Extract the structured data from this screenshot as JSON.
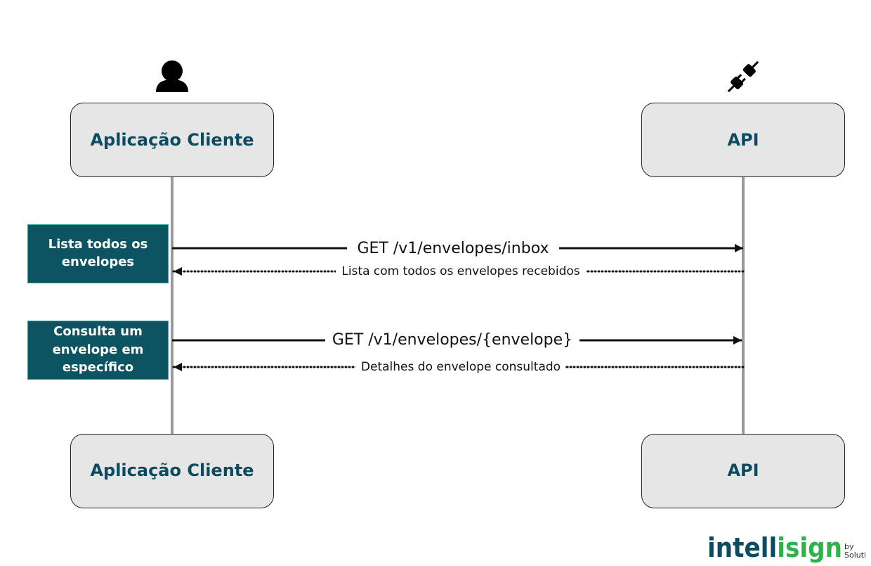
{
  "participants": {
    "client": {
      "label": "Aplicação Cliente",
      "icon": "user-icon"
    },
    "api": {
      "label": "API",
      "icon": "plug-icon"
    }
  },
  "notes": [
    {
      "lines": [
        "Lista todos os",
        "envelopes"
      ]
    },
    {
      "lines": [
        "Consulta um",
        "envelope em",
        "específico"
      ]
    }
  ],
  "messages": [
    {
      "request": "GET /v1/envelopes/inbox",
      "response": "Lista com todos os envelopes recebidos"
    },
    {
      "request": "GET /v1/envelopes/{envelope}",
      "response": "Detalhes do envelope consultado"
    }
  ],
  "logo": {
    "prefix": "intell",
    "suffix": "isign",
    "by": "by",
    "company": "Soluti"
  },
  "colors": {
    "participant_fill": "#e6e6e6",
    "participant_text": "#0d4b60",
    "note_fill": "#0d5463",
    "lifeline": "#999999",
    "logo_dark": "#0d4b60",
    "logo_green": "#2db34a"
  }
}
